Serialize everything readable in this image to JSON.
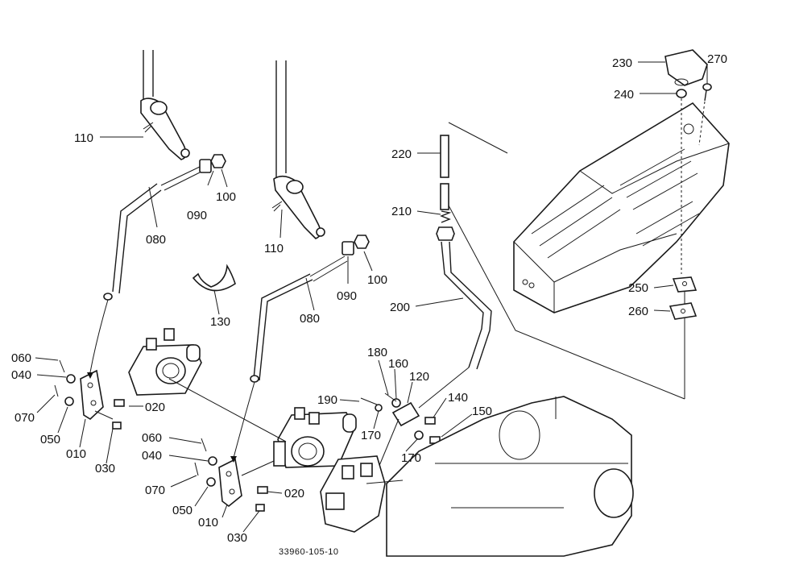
{
  "labels": {
    "l110a": "110",
    "l100a": "100",
    "l090a": "090",
    "l080a": "080",
    "l110b": "110",
    "l100b": "100",
    "l090b": "090",
    "l080b": "080",
    "l130": "130",
    "l060a": "060",
    "l040a": "040",
    "l070a": "070",
    "l050a": "050",
    "l010a": "010",
    "l030a": "030",
    "l020a": "020",
    "l060b": "060",
    "l040b": "040",
    "l070b": "070",
    "l050b": "050",
    "l010b": "010",
    "l030b": "030",
    "l020b": "020",
    "l220": "220",
    "l210": "210",
    "l200": "200",
    "l180": "180",
    "l160": "160",
    "l120": "120",
    "l190": "190",
    "l140": "140",
    "l150": "150",
    "l170a": "170",
    "l170b": "170",
    "l230": "230",
    "l270": "270",
    "l240": "240",
    "l250": "250",
    "l260": "260"
  },
  "drawing_number": "33960-105-10"
}
